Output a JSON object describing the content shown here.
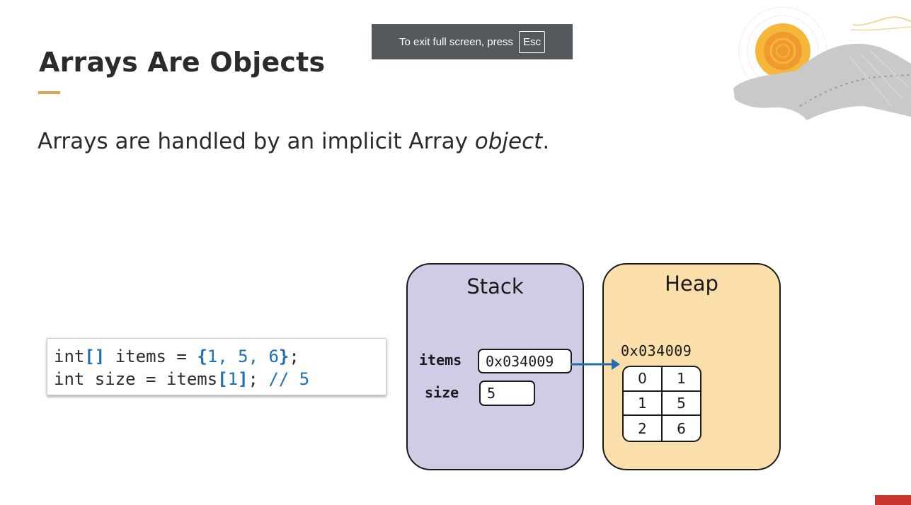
{
  "slide": {
    "title": "Arrays Are Objects",
    "subtitle_plain": "Arrays are handled by an implicit Array ",
    "subtitle_em": "object",
    "subtitle_end": ".",
    "accent_color": "#e0a24a"
  },
  "fullscreen_notice": {
    "text": "To exit full screen, press",
    "key": "Esc"
  },
  "code": {
    "line1": {
      "kw": "int",
      "brackets": "[]",
      "name": " items = ",
      "open": "{",
      "values": "1, 5, 6",
      "close": "}",
      "end": ";"
    },
    "line2": {
      "decl": "int size = items",
      "open": "[",
      "index": "1",
      "close": "]",
      "end": "; ",
      "comment": "// 5"
    }
  },
  "diagram": {
    "stack": {
      "title": "Stack",
      "color": "#d0cce6",
      "variables": [
        {
          "name": "items",
          "value": "0x034009"
        },
        {
          "name": "size",
          "value": "5"
        }
      ]
    },
    "heap": {
      "title": "Heap",
      "color": "#fbdfaa",
      "address": "0x034009",
      "array": [
        {
          "index": "0",
          "value": "1"
        },
        {
          "index": "1",
          "value": "5"
        },
        {
          "index": "2",
          "value": "6"
        }
      ]
    },
    "arrow_color": "#1f6fb2"
  }
}
